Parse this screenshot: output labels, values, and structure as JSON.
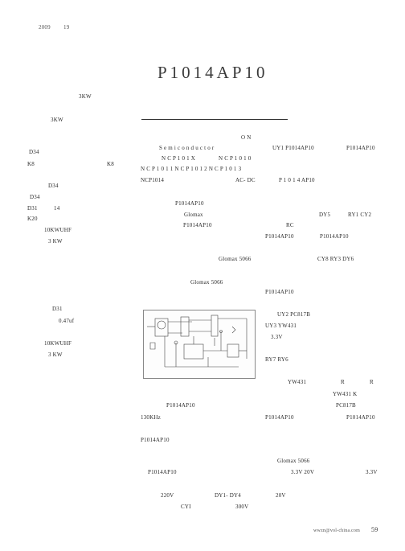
{
  "header": {
    "year": "2009",
    "issue": "19"
  },
  "title": "P1014AP10",
  "left_col": [
    "3KW",
    "3KW",
    "D34",
    "K8",
    "K8",
    "D34",
    "D34",
    "D31",
    "14",
    "K20",
    "10KWUHF",
    "3 KW",
    "D31",
    "0.47uf",
    "10KWUHF",
    "3 KW"
  ],
  "main": {
    "line1": "O   N",
    "line2a": "S e m i c o n d u c t o r",
    "line3a": "N C P 1 0 1 X",
    "line3b": "N C P 1 0 1 0",
    "line4": "N C P 1 0 1 1    N C P 1 0 1 2    N C P 1 0 1 3",
    "line5a": "NCP1014",
    "line5b": "AC- DC",
    "line5c": "P 1 0 1 4 AP10",
    "para2a": "P1014AP10",
    "para2b": "Glomax",
    "para2c": "P1014AP10",
    "glomax5066a": "Glomax 5066",
    "glomax5066b": "Glomax 5066",
    "under_a": "P1014AP10",
    "under_b": "130KHz",
    "under_c": "P1014AP10",
    "bottom_a": "P1014AP10",
    "bottom_b": "220V",
    "bottom_c": "DY1- DY4",
    "bottom_d": "20V",
    "bottom_e": "CYI",
    "bottom_f": "300V"
  },
  "right_col": {
    "r1a": "UY1   P1014AP10",
    "r1b": "P1014AP10",
    "r2a": "DY5",
    "r2b": "RY1   CY2",
    "r3": "RC",
    "r4a": "P1014AP10",
    "r4b": "P1014AP10",
    "r5a": "CY8    RY3    DY6",
    "r6": "P1014AP10",
    "r7": "UY2    PC817B",
    "r8": "UY3    YW431",
    "r9": "3.3V",
    "r10": "RY7    RY6",
    "r11a": "YW431",
    "r11b": "R",
    "r11c": "R",
    "r12": "YW431    K",
    "r13": "PC817B",
    "r14a": "P1014AP10",
    "r14b": "P1014AP10",
    "r15": "Glomax 5066",
    "r16a": "3.3V    20V",
    "r16b": "3.3V"
  },
  "footer": {
    "email": "wwzn@vol-china.com",
    "page": "59"
  }
}
